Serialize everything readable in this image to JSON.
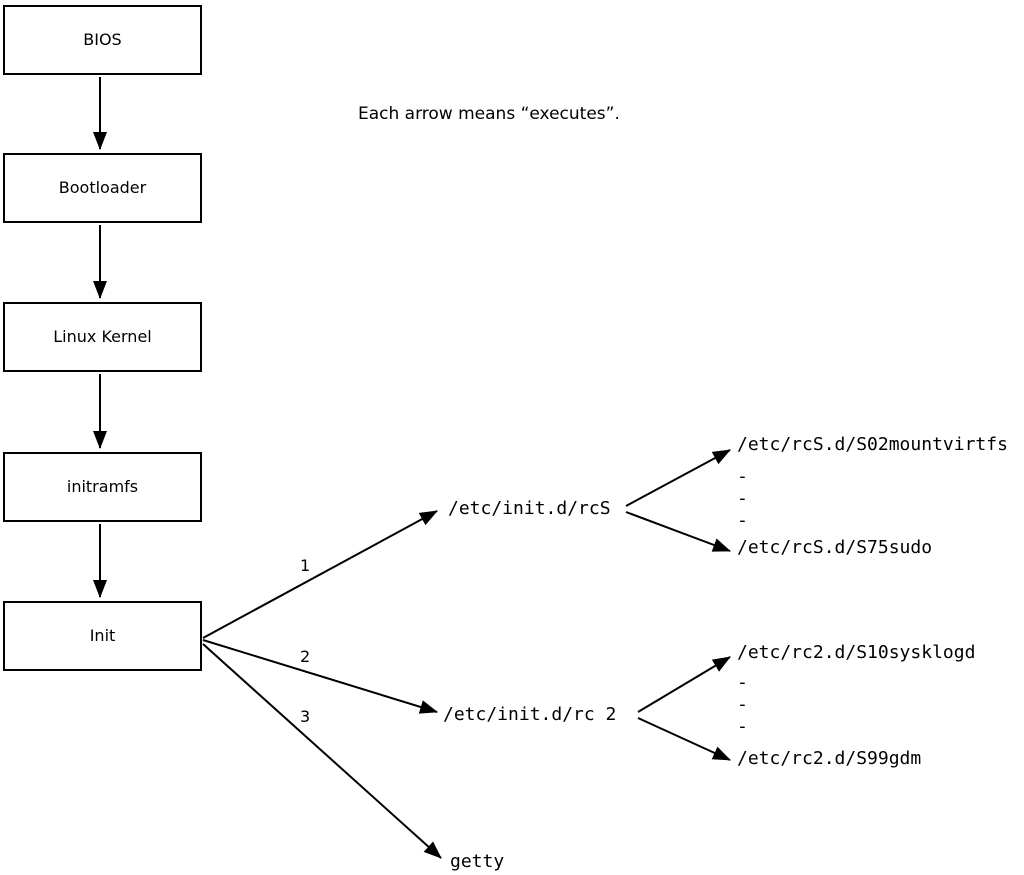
{
  "caption": "Each arrow means “executes”.",
  "chain": {
    "boxes": [
      {
        "label": "BIOS"
      },
      {
        "label": "Bootloader"
      },
      {
        "label": "Linux Kernel"
      },
      {
        "label": "initramfs"
      },
      {
        "label": "Init"
      }
    ]
  },
  "branches": [
    {
      "number": "1",
      "target": "/etc/init.d/rcS",
      "children": [
        "/etc/rcS.d/S02mountvirtfs",
        "-",
        "-",
        "-",
        "/etc/rcS.d/S75sudo"
      ]
    },
    {
      "number": "2",
      "target": "/etc/init.d/rc 2",
      "children": [
        "/etc/rc2.d/S10sysklogd",
        "-",
        "-",
        "-",
        "/etc/rc2.d/S99gdm"
      ]
    },
    {
      "number": "3",
      "target": "getty",
      "children": []
    }
  ],
  "colors": {
    "line": "#000000",
    "text": "#000000",
    "background": "#ffffff"
  }
}
